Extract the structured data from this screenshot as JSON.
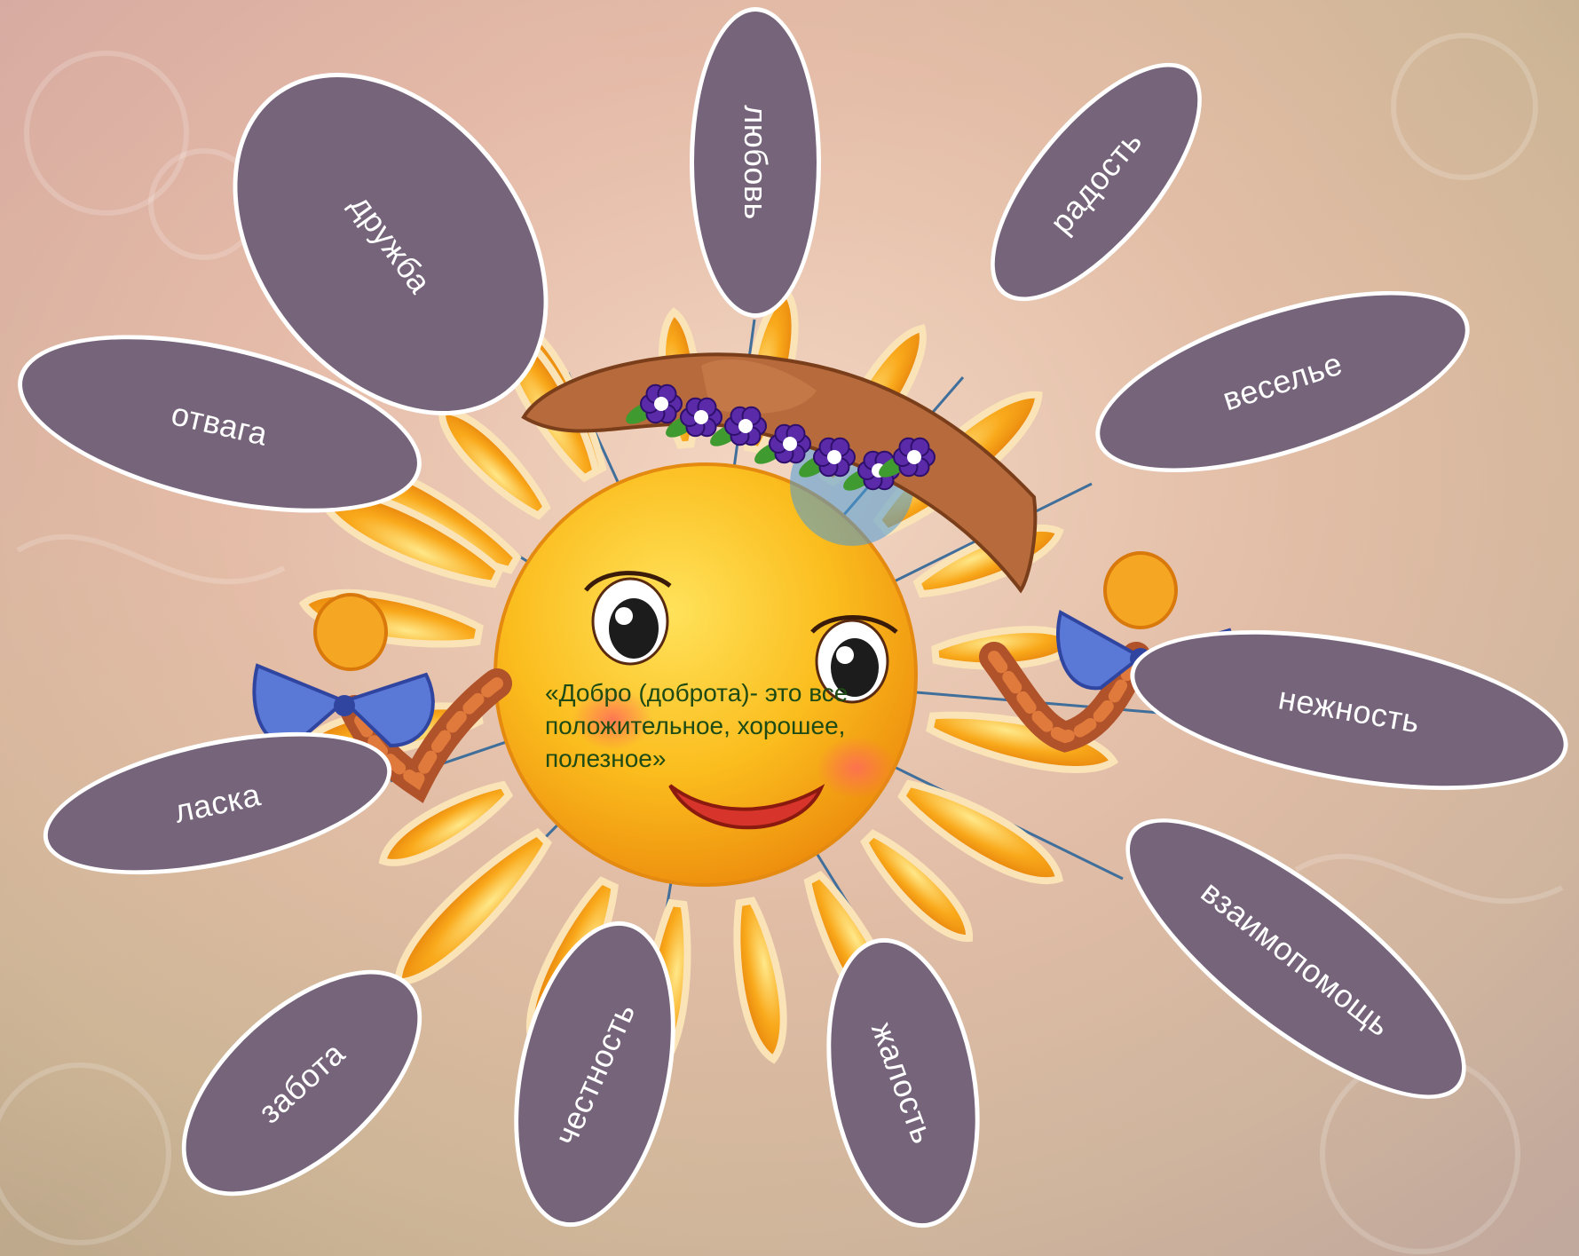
{
  "diagram": {
    "center_text": "«Добро (доброта)- это все положительное, хорошее, полезное»",
    "petals": [
      {
        "id": "lyubov",
        "label": "любовь"
      },
      {
        "id": "radost",
        "label": "радость"
      },
      {
        "id": "vesele",
        "label": "веселье"
      },
      {
        "id": "nezhnost",
        "label": "нежность"
      },
      {
        "id": "vzaimopomosch",
        "label": "взаимопомощь"
      },
      {
        "id": "zhalost",
        "label": "жалость"
      },
      {
        "id": "chestnost",
        "label": "честность"
      },
      {
        "id": "zabota",
        "label": "забота"
      },
      {
        "id": "laska",
        "label": "ласка"
      },
      {
        "id": "otvaga",
        "label": "отвага"
      },
      {
        "id": "druzhba",
        "label": "дружба"
      }
    ]
  },
  "colors": {
    "petal_fill": "#75647a",
    "petal_border": "#ffffff",
    "connector": "#3f6f9a",
    "sun_face": "#f7b51a",
    "ray": "#f59a10",
    "center_text": "#1e4a14"
  }
}
